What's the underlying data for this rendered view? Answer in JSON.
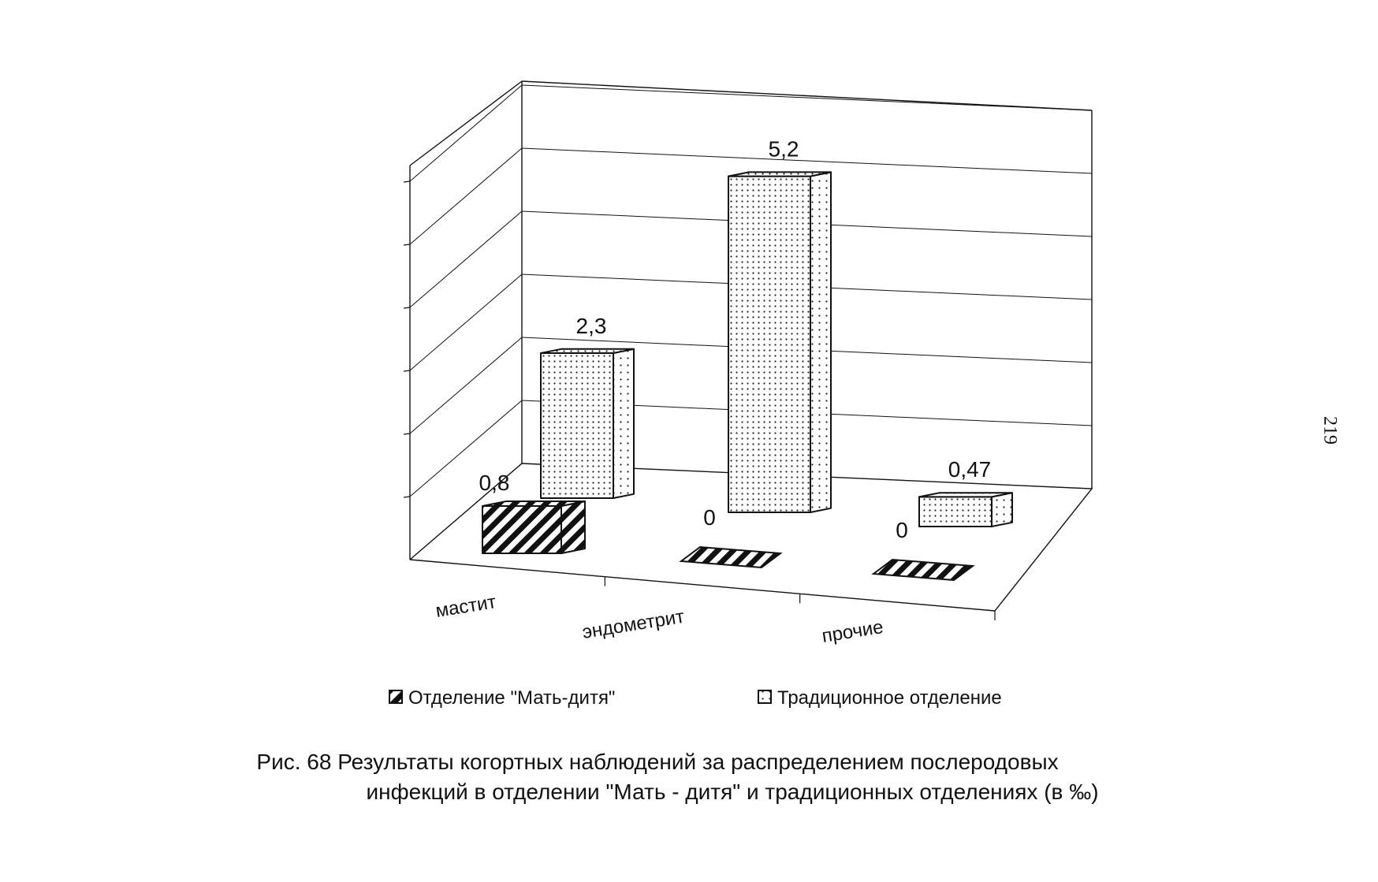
{
  "chart_data": {
    "type": "bar",
    "categories": [
      "мастит",
      "эндометрит",
      "прочие"
    ],
    "series": [
      {
        "name": "Отделение \"Мать-дитя\"",
        "values": [
          0.8,
          0,
          0
        ],
        "labels": [
          "0,8",
          "0",
          "0"
        ],
        "pattern": "diagonal-hatch"
      },
      {
        "name": "Традиционное отделение",
        "values": [
          2.3,
          5.2,
          0.47
        ],
        "labels": [
          "2,3",
          "5,2",
          "0,47"
        ],
        "pattern": "dotted"
      }
    ],
    "ylim": [
      0,
      6
    ],
    "grid": true,
    "view": "3d",
    "legend_position": "bottom"
  },
  "caption": {
    "line1": "Рис. 68 Результаты когортных наблюдений за распределением послеродовых",
    "line2": "инфекций в отделении \"Мать - дитя\" и традиционных отделениях (в ‰)"
  },
  "page_number": "219",
  "colors": {
    "ink": "#111111",
    "background": "#ffffff"
  }
}
